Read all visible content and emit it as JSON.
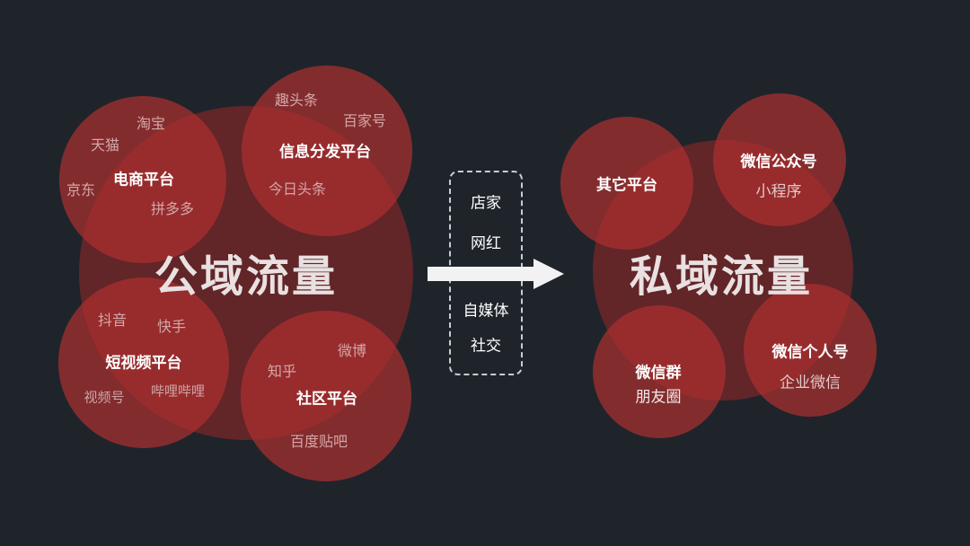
{
  "public": {
    "title": "公域流量",
    "ecommerce": {
      "label": "电商平台",
      "items": [
        "淘宝",
        "天猫",
        "京东",
        "拼多多"
      ]
    },
    "info": {
      "label": "信息分发平台",
      "items": [
        "趣头条",
        "百家号",
        "今日头条"
      ]
    },
    "video": {
      "label": "短视频平台",
      "items": [
        "抖音",
        "快手",
        "视频号",
        "哔哩哔哩"
      ]
    },
    "community": {
      "label": "社区平台",
      "items": [
        "微博",
        "知乎",
        "百度贴吧"
      ]
    }
  },
  "middle": {
    "items": [
      "店家",
      "网红",
      "自媒体",
      "社交"
    ]
  },
  "private": {
    "title": "私域流量",
    "other": {
      "label": "其它平台"
    },
    "official": {
      "label": "微信公众号",
      "sub": "小程序"
    },
    "group": {
      "label": "微信群",
      "sub": "朋友圈"
    },
    "personal": {
      "label": "微信个人号",
      "sub": "企业微信"
    }
  },
  "colors": {
    "background": "#1f242b",
    "circle": "#b23030",
    "arrow": "#f2f2f2"
  }
}
